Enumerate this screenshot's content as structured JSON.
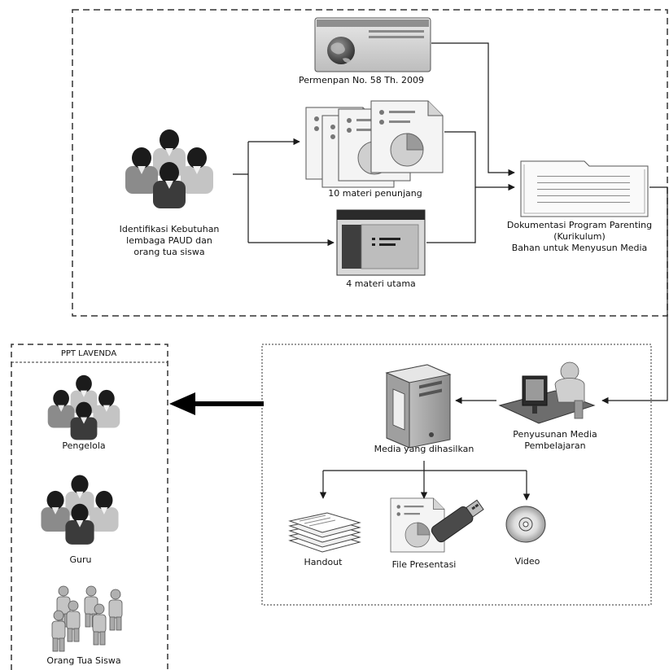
{
  "top_region": {
    "identification_label": [
      "Identifikasi Kebutuhan",
      "lembaga PAUD dan",
      "orang tua siswa"
    ],
    "regulation_label": "Permenpan No. 58 Th. 2009",
    "supporting_materials_label": "10 materi penunjang",
    "main_materials_label": "4 materi utama",
    "documentation_label": [
      "Dokumentasi Program Parenting",
      "(Kurikulum)",
      "Bahan untuk Menyusun Media"
    ]
  },
  "production_region": {
    "development_label": [
      "Penyusunan Media",
      "Pembelajaran"
    ],
    "media_label": "Media yang dihasilkan",
    "outputs": [
      "Handout",
      "File Presentasi",
      "Video"
    ]
  },
  "audience_panel": {
    "title": "PPT LAVENDA",
    "groups": [
      "Pengelola",
      "Guru",
      "Orang Tua Siswa"
    ]
  },
  "colors": {
    "head_dark": "#1b1b1b",
    "body_dark": "#3a3a3a",
    "body_mid": "#7a7a7a",
    "body_light": "#b5b5b5",
    "line": "#1a1a1a",
    "doc_fill": "#f4f4f4",
    "pie_fill": "#c9c9c9"
  },
  "icons": {
    "identification": "people-group-icon",
    "regulation": "browser-globe-icon",
    "supporting": "document-stack-icon",
    "main": "presentation-slide-icon",
    "documentation": "folder-icon",
    "development": "user-at-computer-icon",
    "media": "computer-tower-icon",
    "handout": "paper-stack-icon",
    "presentation_file": "usb-drive-document-icon",
    "video": "disc-icon",
    "guardians": "standing-people-icon"
  }
}
